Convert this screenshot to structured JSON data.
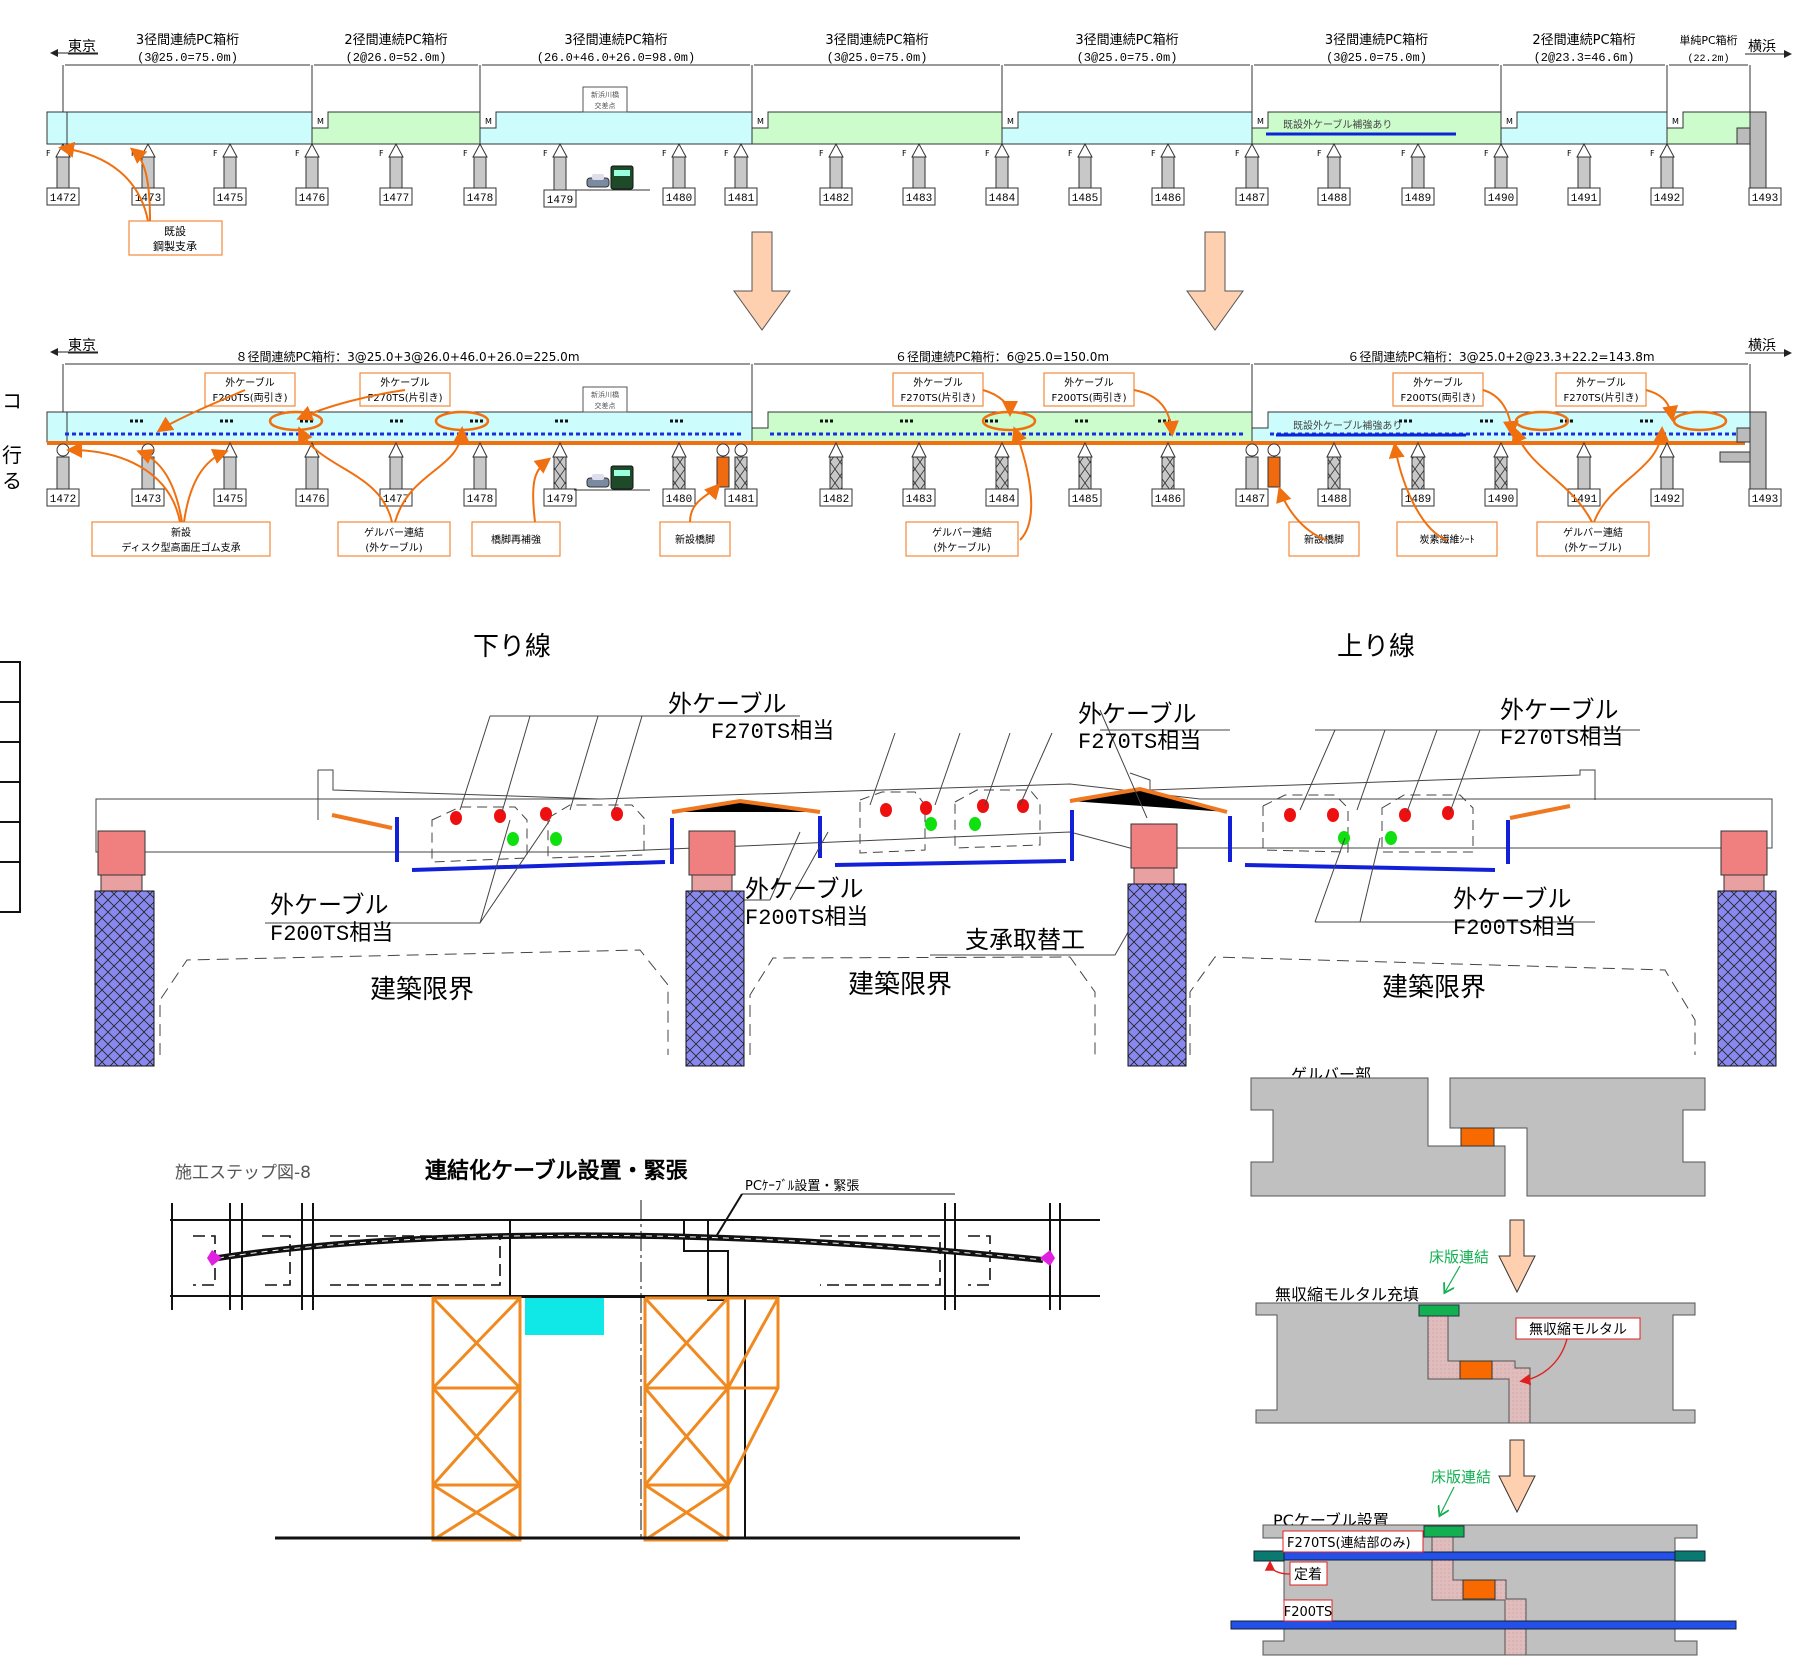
{
  "left_edge_fragments": [
    "コ",
    "行",
    "る"
  ],
  "before": {
    "direction_left": "東京",
    "direction_right": "横浜",
    "spans": [
      {
        "title": "3径間連続PC箱桁",
        "length": "(3@25.0=75.0m)",
        "color": "#ccfcfc"
      },
      {
        "title": "2径間連続PC箱桁",
        "length": "(2@26.0=52.0m)",
        "color": "#ccfccc"
      },
      {
        "title": "3径間連続PC箱桁",
        "length": "(26.0+46.0+26.0=98.0m)",
        "color": "#ccfcfc"
      },
      {
        "title": "3径間連続PC箱桁",
        "length": "(3@25.0=75.0m)",
        "color": "#ccfccc"
      },
      {
        "title": "3径間連続PC箱桁",
        "length": "(3@25.0=75.0m)",
        "color": "#ccfcfc"
      },
      {
        "title": "3径間連続PC箱桁",
        "length": "(3@25.0=75.0m)",
        "color": "#ccfccc"
      },
      {
        "title": "2径間連続PC箱桁",
        "length": "(2@23.3=46.6m)",
        "color": "#ccfcfc"
      },
      {
        "title": "単純PC箱桁",
        "length": "(22.2m)",
        "color": "#ccfccc"
      }
    ],
    "piers": [
      "1472",
      "1473",
      "1475",
      "1476",
      "1477",
      "1478",
      "1479",
      "1480",
      "1481",
      "1482",
      "1483",
      "1484",
      "1485",
      "1486",
      "1487",
      "1488",
      "1489",
      "1490",
      "1491",
      "1492",
      "1493"
    ],
    "intersection_label": [
      "新浜川橋",
      "交差点"
    ],
    "existing_cable_note": "既設外ケーブル補強あり",
    "callout_bearing": [
      "既設",
      "鋼製支承"
    ],
    "bearing_marks": {
      "fixed": "F",
      "movable": "M"
    }
  },
  "after": {
    "direction_left": "東京",
    "direction_right": "横浜",
    "spans": [
      {
        "title": "８径間連続PC箱桁：3@25.0+3@26.0+46.0+26.0=225.0m",
        "color": "#ccfcfc"
      },
      {
        "title": "６径間連続PC箱桁：6@25.0=150.0m",
        "color": "#ccfccc"
      },
      {
        "title": "６径間連続PC箱桁：3@25.0+2@23.3+22.2=143.8m",
        "color": "#ccfcfc"
      }
    ],
    "intersection_label": [
      "新浜川橋",
      "交差点"
    ],
    "existing_cable_note": "既設外ケーブル補強あり",
    "cable_callouts": [
      [
        "外ケーブル",
        "F200TS(両引き)"
      ],
      [
        "外ケーブル",
        "F270TS(片引き)"
      ],
      [
        "外ケーブル",
        "F270TS(片引き)"
      ],
      [
        "外ケーブル",
        "F200TS(両引き)"
      ],
      [
        "外ケーブル",
        "F200TS(両引き)"
      ],
      [
        "外ケーブル",
        "F270TS(片引き)"
      ]
    ],
    "bottom_callouts": [
      [
        "新設",
        "ディスク型高面圧ゴム支承"
      ],
      [
        "ゲルバー連結",
        "(外ケーブル)"
      ],
      [
        "橋脚再補強"
      ],
      [
        "新設橋脚"
      ],
      [
        "ゲルバー連結",
        "(外ケーブル)"
      ],
      [
        "新設橋脚"
      ],
      [
        "炭素繊維ｼｰﾄ"
      ],
      [
        "ゲルバー連結",
        "(外ケーブル)"
      ]
    ]
  },
  "cross_section": {
    "down_line": "下り線",
    "up_line": "上り線",
    "cable_labels": [
      [
        "外ケーブル",
        "F270TS相当"
      ],
      [
        "外ケーブル",
        "F200TS相当"
      ],
      [
        "外ケーブル",
        "F270TS相当"
      ],
      [
        "外ケーブル",
        "F200TS相当"
      ],
      [
        "外ケーブル",
        "F270TS相当"
      ],
      [
        "外ケーブル",
        "F200TS相当"
      ]
    ],
    "bearing_replacement": "支承取替工",
    "clearance": "建築限界"
  },
  "step_diagram": {
    "step_label": "施工ステップ図-8",
    "title": "連結化ケーブル設置・緊張",
    "leader_label": "PCｹｰﾌﾞﾙ設置・緊張"
  },
  "gerber_detail": {
    "title": "ゲルバー部",
    "step2_title": "無収縮モルタル充填",
    "slab_connection": "床版連結",
    "mortar_label": "無収縮モルタル",
    "step3_title": "PCケーブル設置",
    "f270_label": "F270TS(連結部のみ)",
    "anchor_label": "定着",
    "f200_label": "F200TS"
  }
}
